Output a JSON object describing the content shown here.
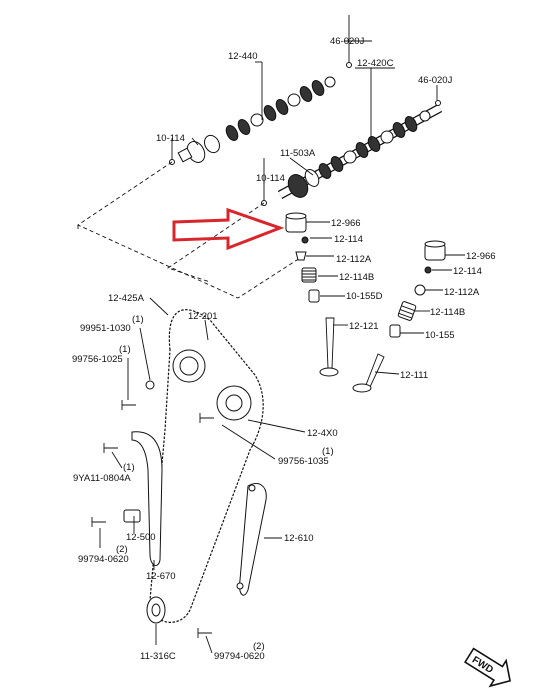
{
  "labels": {
    "p46020j_top": "46-020J",
    "p12440": "12-440",
    "p12420c": "12-420C",
    "p46020j_right": "46-020J",
    "p10114_a": "10-114",
    "p11503a": "11-503A",
    "p10114_b": "10-114",
    "p12966_a": "12-966",
    "p12114_a": "12-114",
    "p12112a_a": "12-112A",
    "p12114b_a": "12-114B",
    "p10155d": "10-155D",
    "p12121": "12-121",
    "p12966_b": "12-966",
    "p12114_b": "12-114",
    "p12112a_b": "12-112A",
    "p12114b_b": "12-114B",
    "p10155": "10-155",
    "p12111": "12-111",
    "p12425a": "12-425A",
    "p12201": "12-201",
    "q1_a": "(1)",
    "p99951": "99951-1030",
    "p99756_a": "99756-1025",
    "q1_b": "(1)",
    "p124x0": "12-4X0",
    "q1_c": "(1)",
    "p99756_b": "99756-1035",
    "q1_d": "(1)",
    "p9ya11": "9YA11-0804A",
    "p12500": "12-500",
    "q2_a": "(2)",
    "p99794_a": "99794-0620",
    "p12610": "12-610",
    "p12670": "12-670",
    "q2_b": "(2)",
    "p11316c": "11-316C",
    "p99794_b": "99794-0620",
    "fwd": "FWD"
  },
  "colors": {
    "line": "#111111",
    "arrow": "#d9262c",
    "background": "#ffffff"
  },
  "icons": {
    "highlight": "red-outline-arrow",
    "direction": "fwd-arrow-icon"
  }
}
